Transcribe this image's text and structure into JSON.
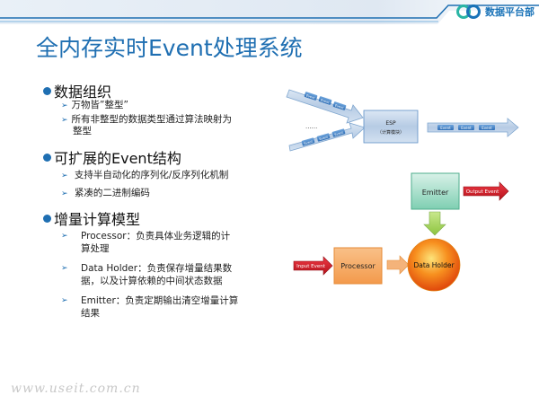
{
  "logo": {
    "text": "数据平台部"
  },
  "title": "全内存实时Event处理系统",
  "sections": [
    {
      "heading": "数据组织",
      "items": [
        "万物皆”整型”",
        "所有非整型的数据类型通过算法映射为",
        "整型"
      ]
    },
    {
      "heading": "可扩展的Event结构",
      "items": [
        "支持半自动化的序列化/反序列化机制",
        "紧凑的二进制编码"
      ]
    },
    {
      "heading": "增量计算模型",
      "items": [
        {
          "line1": "Processor：负责具体业务逻辑的计",
          "line2": "算处理"
        },
        {
          "line1": "Data Holder：负责保存增量结果数",
          "line2": "据，以及计算依赖的中间状态数据"
        },
        {
          "line1": "Emitter：负责定期输出清空增量计算",
          "line2": "结果"
        }
      ]
    }
  ],
  "diagram_top": {
    "event": "Event",
    "dots": "......",
    "esp_title": "ESP",
    "esp_sub": "（计算模块）"
  },
  "diagram_bottom": {
    "emitter": "Emitter",
    "output_event": "Output Event",
    "processor": "Processor",
    "input_event": "Input Event",
    "data_holder": "Data Holder"
  },
  "watermark": "www.useit.com.cn",
  "colors": {
    "accent": "#1f6fb2",
    "teal": "#2ab5a5",
    "orange": "#f07b1a",
    "red": "#d9232e"
  }
}
